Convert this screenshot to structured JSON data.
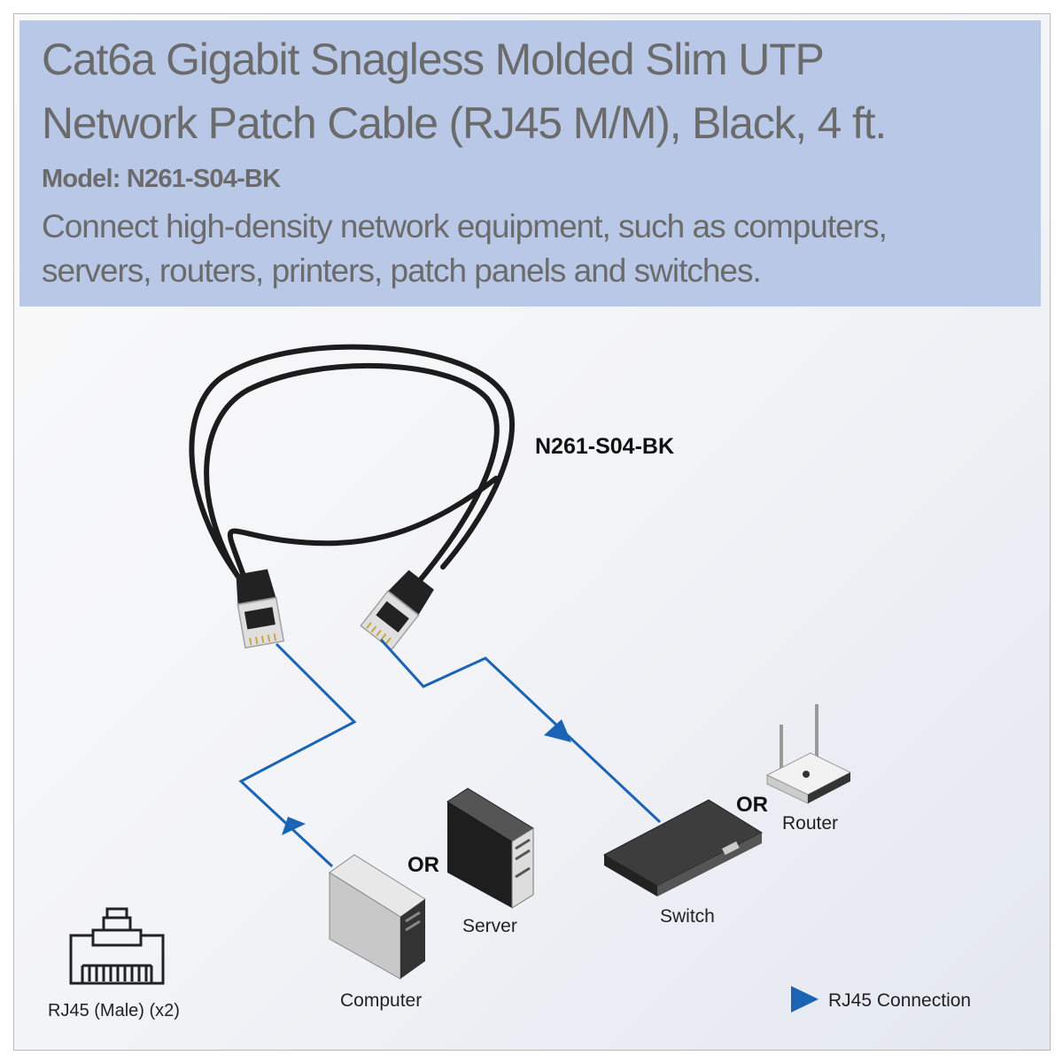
{
  "header": {
    "title_line1": "Cat6a Gigabit Snagless Molded Slim UTP",
    "title_line2": "Network Patch Cable (RJ45 M/M), Black, 4 ft.",
    "model": "Model: N261-S04-BK",
    "description_line1": "Connect high-density network equipment, such as computers,",
    "description_line2": "servers, routers, printers, patch panels and switches."
  },
  "diagram": {
    "cable_label": "N261-S04-BK",
    "computer_label": "Computer",
    "server_label": "Server",
    "switch_label": "Switch",
    "router_label": "Router",
    "or_label_1": "OR",
    "or_label_2": "OR",
    "connector_label": "RJ45 (Male) (x2)",
    "legend_label": "RJ45 Connection"
  },
  "colors": {
    "header_bg": "#b8c8e6",
    "connection": "#1a64b5",
    "text": "#6b6b6b"
  }
}
